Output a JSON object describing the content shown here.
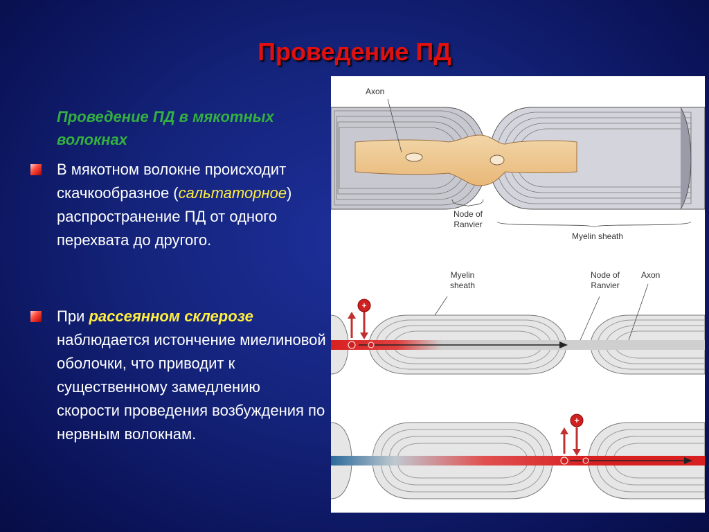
{
  "slide": {
    "title": "Проведение ПД",
    "subtitle": "Проведение ПД в мякотных волокнах",
    "bullet1": {
      "before": "В мякотном волокне происходит скачкообразное (",
      "highlight": "сальтаторное",
      "after": ") распространение ПД от одного перехвата до другого."
    },
    "bullet2": {
      "before": "При ",
      "highlight": "рассеянном склерозе",
      "after": " наблюдается истончение миелиновой оболочки, что приводит к существенному замедлению скорости проведения возбуждения по нервным волокнам."
    }
  },
  "figure": {
    "top_labels": {
      "axon": "Axon",
      "node": "Node of Ranvier",
      "myelin": "Myelin sheath"
    },
    "mid_labels": {
      "myelin": "Myelin sheath",
      "node": "Node of Ranvier",
      "axon": "Axon"
    },
    "charge_symbol": "+"
  },
  "colors": {
    "title": "#e01010",
    "subtitle": "#34b040",
    "highlight": "#ffee40",
    "signal": "#d82020"
  }
}
